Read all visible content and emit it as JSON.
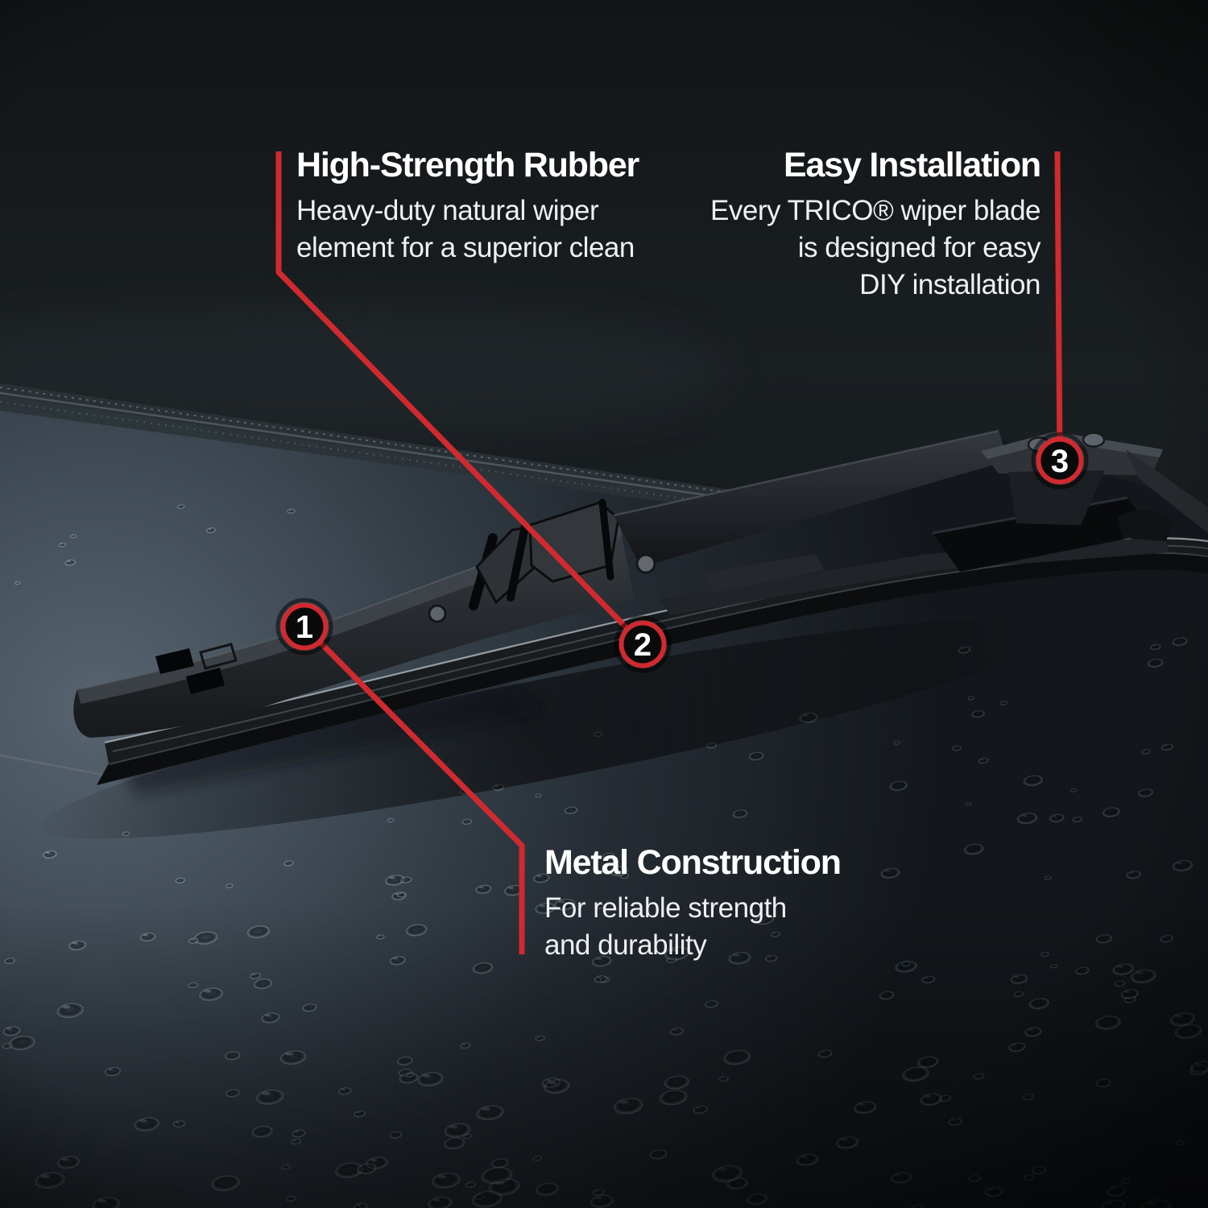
{
  "theme": {
    "accent": "#cf2a2f",
    "title_color": "#ffffff",
    "subtitle_color": "#eef0f1",
    "badge_fill": "#0a0a0b",
    "badge_number_color": "#ffffff",
    "glass_highlight": "#4a5660",
    "background": "#121517"
  },
  "callouts": [
    {
      "number": "1",
      "title": "Metal Construction",
      "lines": [
        "For reliable strength",
        "and durability"
      ]
    },
    {
      "number": "2",
      "title": "High-Strength Rubber",
      "lines": [
        "Heavy-duty natural wiper",
        "element for a superior clean"
      ]
    },
    {
      "number": "3",
      "title": "Easy Installation",
      "lines": [
        "Every TRICO® wiper blade",
        "is designed for easy",
        "DIY installation"
      ]
    }
  ]
}
